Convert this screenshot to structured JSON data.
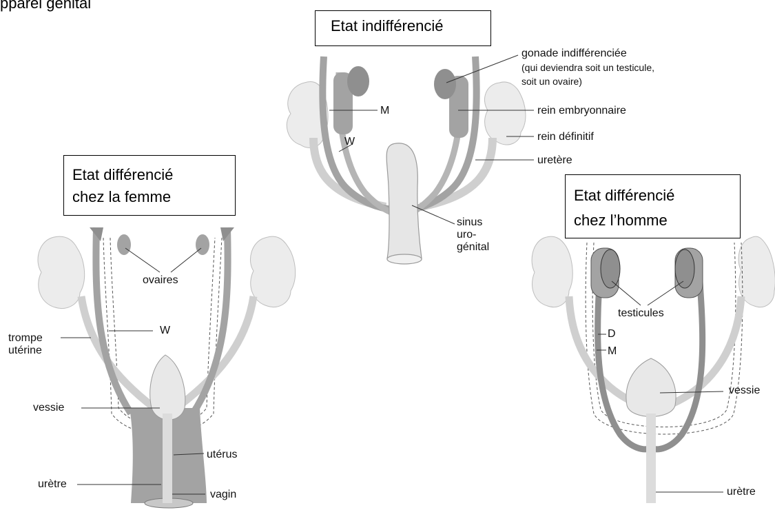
{
  "header": {
    "partial_text": "pparei génital"
  },
  "boxes": {
    "indiff": {
      "line1": "Etat indifférencié"
    },
    "female": {
      "line1": "Etat différencié",
      "line2": "chez la femme"
    },
    "male": {
      "line1": "Etat différencié",
      "line2": "chez l’homme"
    }
  },
  "indiff_labels": {
    "gonade": "gonade indifférenciée",
    "gonade_note1": "(qui deviendra soit un testicule,",
    "gonade_note2": "soit un ovaire)",
    "rein_embryo": "rein embryonnaire",
    "rein_def": "rein définitif",
    "uretere": "uretère",
    "M": "M",
    "W": "W",
    "sinus1": "sinus",
    "sinus2": "uro-",
    "sinus3": "génital"
  },
  "female_labels": {
    "ovaires": "ovaires",
    "W": "W",
    "trompe1": "trompe",
    "trompe2": "utérine",
    "vessie": "vessie",
    "uterus": "utérus",
    "uretre": "urètre",
    "vagin": "vagin"
  },
  "male_labels": {
    "testicules": "testicules",
    "D": "D",
    "M": "M",
    "vessie": "vessie",
    "uretre": "urètre"
  },
  "colors": {
    "organ_dark": "#a3a3a3",
    "organ_light": "#dcdcdc",
    "kidney": "#ececec",
    "line": "#333333"
  }
}
